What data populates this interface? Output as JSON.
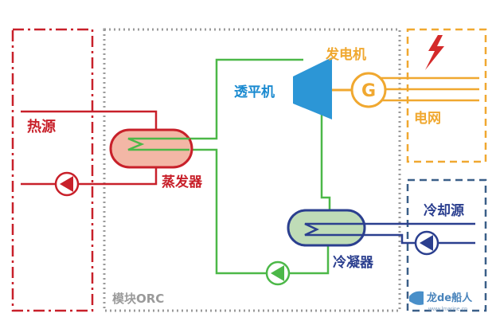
{
  "labels": {
    "heat_source": "热源",
    "evaporator": "蒸发器",
    "turbine": "透平机",
    "generator": "发电机",
    "grid": "电网",
    "cooling_source": "冷却源",
    "condenser": "冷凝器",
    "module": "模块ORC",
    "generator_symbol": "G",
    "watermark_brand_cn": "龙de船人",
    "watermark_url": "www.lmarine.cn"
  },
  "colors": {
    "heat": "#c8202a",
    "heat_fill": "#f3b7a6",
    "orc_fluid": "#4cb848",
    "turbine": "#2c96d6",
    "turbine_text": "#1a8ad0",
    "power": "#f0a830",
    "cooling": "#2b3f8f",
    "condenser_fill": "#bfdcb7",
    "module_border": "#9a9a9a",
    "cooling_box": "#3a5f88"
  },
  "icons": {
    "lightning": "lightning-bolt-icon",
    "pump": "pump-icon",
    "logo": "boat-logo-icon"
  }
}
